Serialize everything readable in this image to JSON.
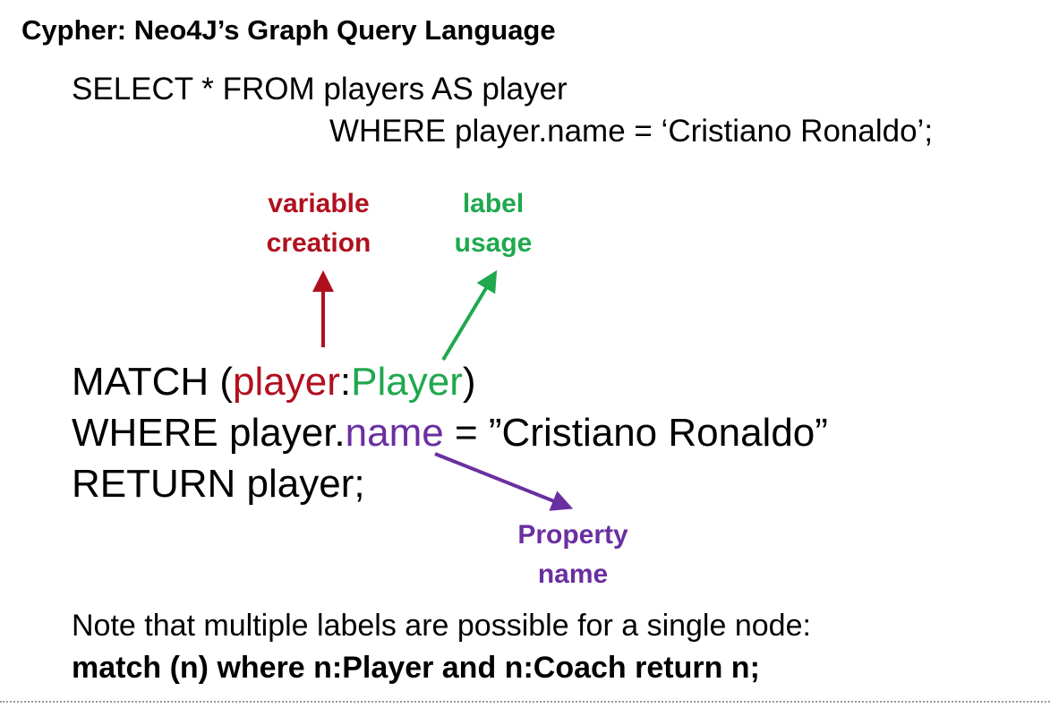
{
  "title": "Cypher: Neo4J’s Graph Query Language",
  "sql": {
    "line1": "SELECT * FROM players AS player",
    "line2": "WHERE player.name = ‘Cristiano Ronaldo’;"
  },
  "callouts": {
    "variable": {
      "line1": "variable",
      "line2": "creation"
    },
    "label": {
      "line1": "label",
      "line2": "usage"
    },
    "property": {
      "line1": "Property",
      "line2": "name"
    }
  },
  "cypher": {
    "match_keyword": "MATCH (",
    "variable": "player",
    "colon": ":",
    "label": "Player",
    "close_paren": ")",
    "where_keyword": "WHERE player.",
    "property": "name",
    "where_rest": " = ”Cristiano Ronaldo”",
    "return_line": "RETURN player;"
  },
  "note": {
    "line1": "Note that multiple labels are possible for a single node:",
    "line2": "match (n) where n:Player and n:Coach return n;"
  },
  "colors": {
    "variable": "#b0101e",
    "label": "#1fa84e",
    "property": "#6a2fa0",
    "text": "#000000"
  }
}
